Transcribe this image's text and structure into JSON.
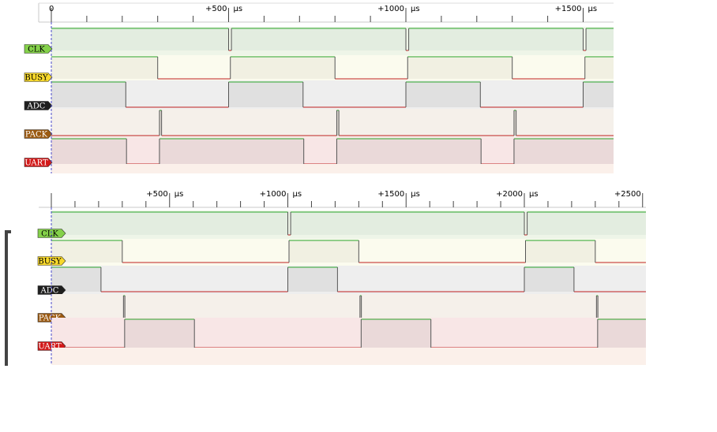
{
  "panels": [
    {
      "name": "timing-panel-1",
      "tick_labels": [
        "0",
        "+500",
        "+1000",
        "+1500"
      ],
      "unit": "μs",
      "signals": [
        {
          "label": "CLK",
          "tag_color": "#84d14a",
          "band_color": "#eef5e8",
          "high_fill": "#e3ede0",
          "edges": [
            [
              0,
              1
            ],
            [
              500,
              0
            ],
            [
              508,
              1
            ],
            [
              1000,
              0
            ],
            [
              1008,
              1
            ],
            [
              1500,
              0
            ],
            [
              1508,
              1
            ]
          ]
        },
        {
          "label": "BUSY",
          "tag_color": "#f7d82c",
          "band_color": "#fbfbee",
          "high_fill": "#f1f0e2",
          "edges": [
            [
              0,
              1
            ],
            [
              300,
              0
            ],
            [
              505,
              1
            ],
            [
              800,
              0
            ],
            [
              1005,
              1
            ],
            [
              1300,
              0
            ],
            [
              1505,
              1
            ]
          ]
        },
        {
          "label": "ADC",
          "tag_color": "#1e1e1e",
          "band_color": "#eeeeee",
          "high_fill": "#e0e0e0",
          "edges": [
            [
              0,
              1
            ],
            [
              210,
              0
            ],
            [
              500,
              1
            ],
            [
              710,
              0
            ],
            [
              1000,
              1
            ],
            [
              1210,
              0
            ],
            [
              1500,
              1
            ]
          ]
        },
        {
          "label": "PACK",
          "tag_color": "#9b5a12",
          "band_color": "#f5f0ea",
          "high_fill": "#dcd6cf",
          "edges": [
            [
              0,
              0
            ],
            [
              305,
              1
            ],
            [
              311,
              0
            ],
            [
              805,
              1
            ],
            [
              811,
              0
            ],
            [
              1305,
              1
            ],
            [
              1311,
              0
            ]
          ]
        },
        {
          "label": "UART",
          "tag_color": "#d21a1a",
          "band_color": "#f8e6e6",
          "high_fill": "#ead9d9",
          "edges": [
            [
              0,
              1
            ],
            [
              212,
              0
            ],
            [
              305,
              1
            ],
            [
              712,
              0
            ],
            [
              805,
              1
            ],
            [
              1212,
              0
            ],
            [
              1305,
              1
            ]
          ]
        }
      ]
    },
    {
      "name": "timing-panel-2",
      "tick_labels": [
        "+500",
        "+1000",
        "+1500",
        "+2000",
        "+2500"
      ],
      "unit": "μs",
      "signals": [
        {
          "label": "CLK",
          "tag_color": "#84d14a",
          "band_color": "#eef5e8",
          "high_fill": "#e3ede0",
          "edges": [
            [
              0,
              1
            ],
            [
              1000,
              0
            ],
            [
              1012,
              1
            ],
            [
              2000,
              0
            ],
            [
              2012,
              1
            ]
          ]
        },
        {
          "label": "BUSY",
          "tag_color": "#f7d82c",
          "band_color": "#fbfbee",
          "high_fill": "#f1f0e2",
          "edges": [
            [
              0,
              1
            ],
            [
              300,
              0
            ],
            [
              1005,
              1
            ],
            [
              1300,
              0
            ],
            [
              2005,
              1
            ],
            [
              2300,
              0
            ]
          ]
        },
        {
          "label": "ADC",
          "tag_color": "#1e1e1e",
          "band_color": "#eeeeee",
          "high_fill": "#e0e0e0",
          "edges": [
            [
              0,
              1
            ],
            [
              210,
              0
            ],
            [
              1000,
              1
            ],
            [
              1210,
              0
            ],
            [
              2000,
              1
            ],
            [
              2210,
              0
            ]
          ]
        },
        {
          "label": "PACK",
          "tag_color": "#9b5a12",
          "band_color": "#f5f0ea",
          "high_fill": "#dcd6cf",
          "edges": [
            [
              0,
              0
            ],
            [
              305,
              1
            ],
            [
              311,
              0
            ],
            [
              1305,
              1
            ],
            [
              1311,
              0
            ],
            [
              2305,
              1
            ],
            [
              2311,
              0
            ]
          ]
        },
        {
          "label": "UART",
          "tag_color": "#d21a1a",
          "band_color": "#f8e6e6",
          "high_fill": "#ead9d9",
          "edges": [
            [
              0,
              0
            ],
            [
              310,
              1
            ],
            [
              605,
              0
            ],
            [
              1310,
              1
            ],
            [
              1605,
              0
            ],
            [
              2310,
              1
            ]
          ]
        }
      ]
    }
  ]
}
